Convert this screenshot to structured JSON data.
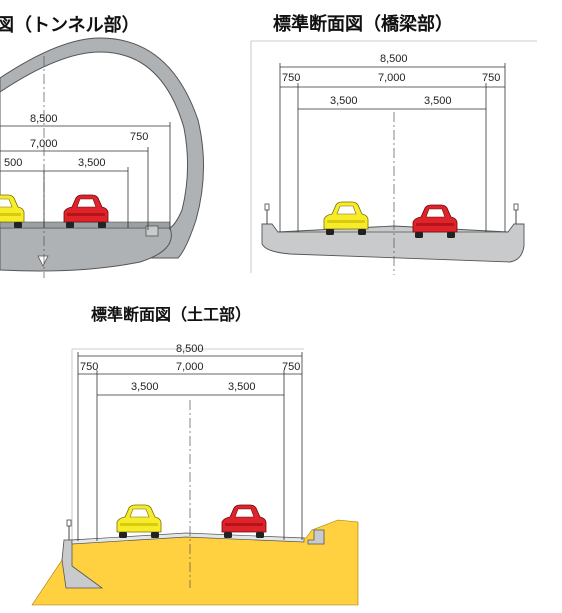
{
  "tunnel": {
    "title": "図（トンネル部）",
    "dims": {
      "total": "8,500",
      "carriageway": "7,000",
      "shoulder_right": "750",
      "lane_left": "500",
      "lane_right": "3,500"
    }
  },
  "bridge": {
    "title": "標準断面図（橋梁部）",
    "dims": {
      "total": "8,500",
      "carriageway": "7,000",
      "shoulder_left": "750",
      "shoulder_right": "750",
      "lane_left": "3,500",
      "lane_right": "3,500"
    }
  },
  "earthwork": {
    "title": "標準断面図（土工部）",
    "dims": {
      "total": "8,500",
      "carriageway": "7,000",
      "shoulder_left": "750",
      "shoulder_right": "750",
      "lane_left": "3,500",
      "lane_right": "3,500"
    }
  },
  "colors": {
    "tunnel_lining": "#aeb2b5",
    "concrete": "#c8cacb",
    "earth": "#ffd040",
    "car_yellow": "#f7ec2a",
    "car_red": "#e0232b",
    "line": "#333333"
  }
}
